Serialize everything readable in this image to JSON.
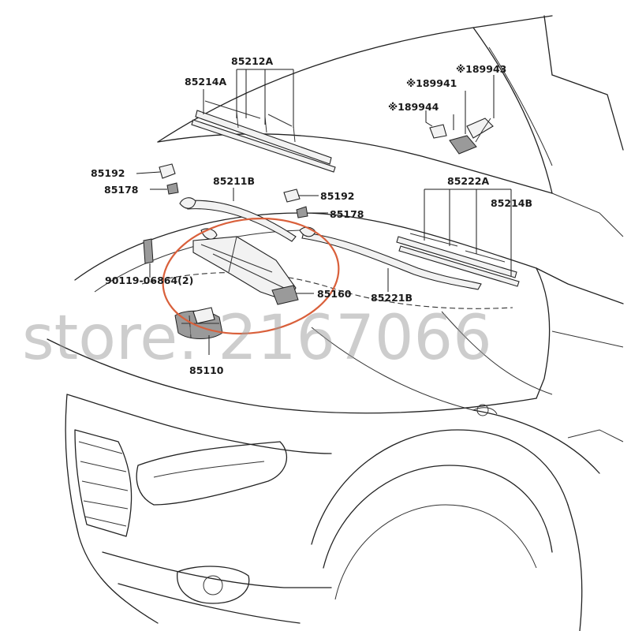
{
  "parts": {
    "p85212A": "85212A",
    "p85214A": "85214A",
    "p89943": "※189943",
    "p89941": "※189941",
    "p89944": "※189944",
    "p85192_left": "85192",
    "p85178_left": "85178",
    "p85211B": "85211B",
    "p85192_right": "85192",
    "p85178_right": "85178",
    "p85222A": "85222A",
    "p85214B": "85214B",
    "p90119": "90119-06864(2)",
    "p85160": "85160",
    "p85221B": "85221B",
    "p85110": "85110"
  },
  "watermark": "store: 2167066",
  "colors": {
    "highlight_circle": "#d9603b",
    "line_art": "#1a1a1a",
    "watermark": "#9b9b9b"
  }
}
